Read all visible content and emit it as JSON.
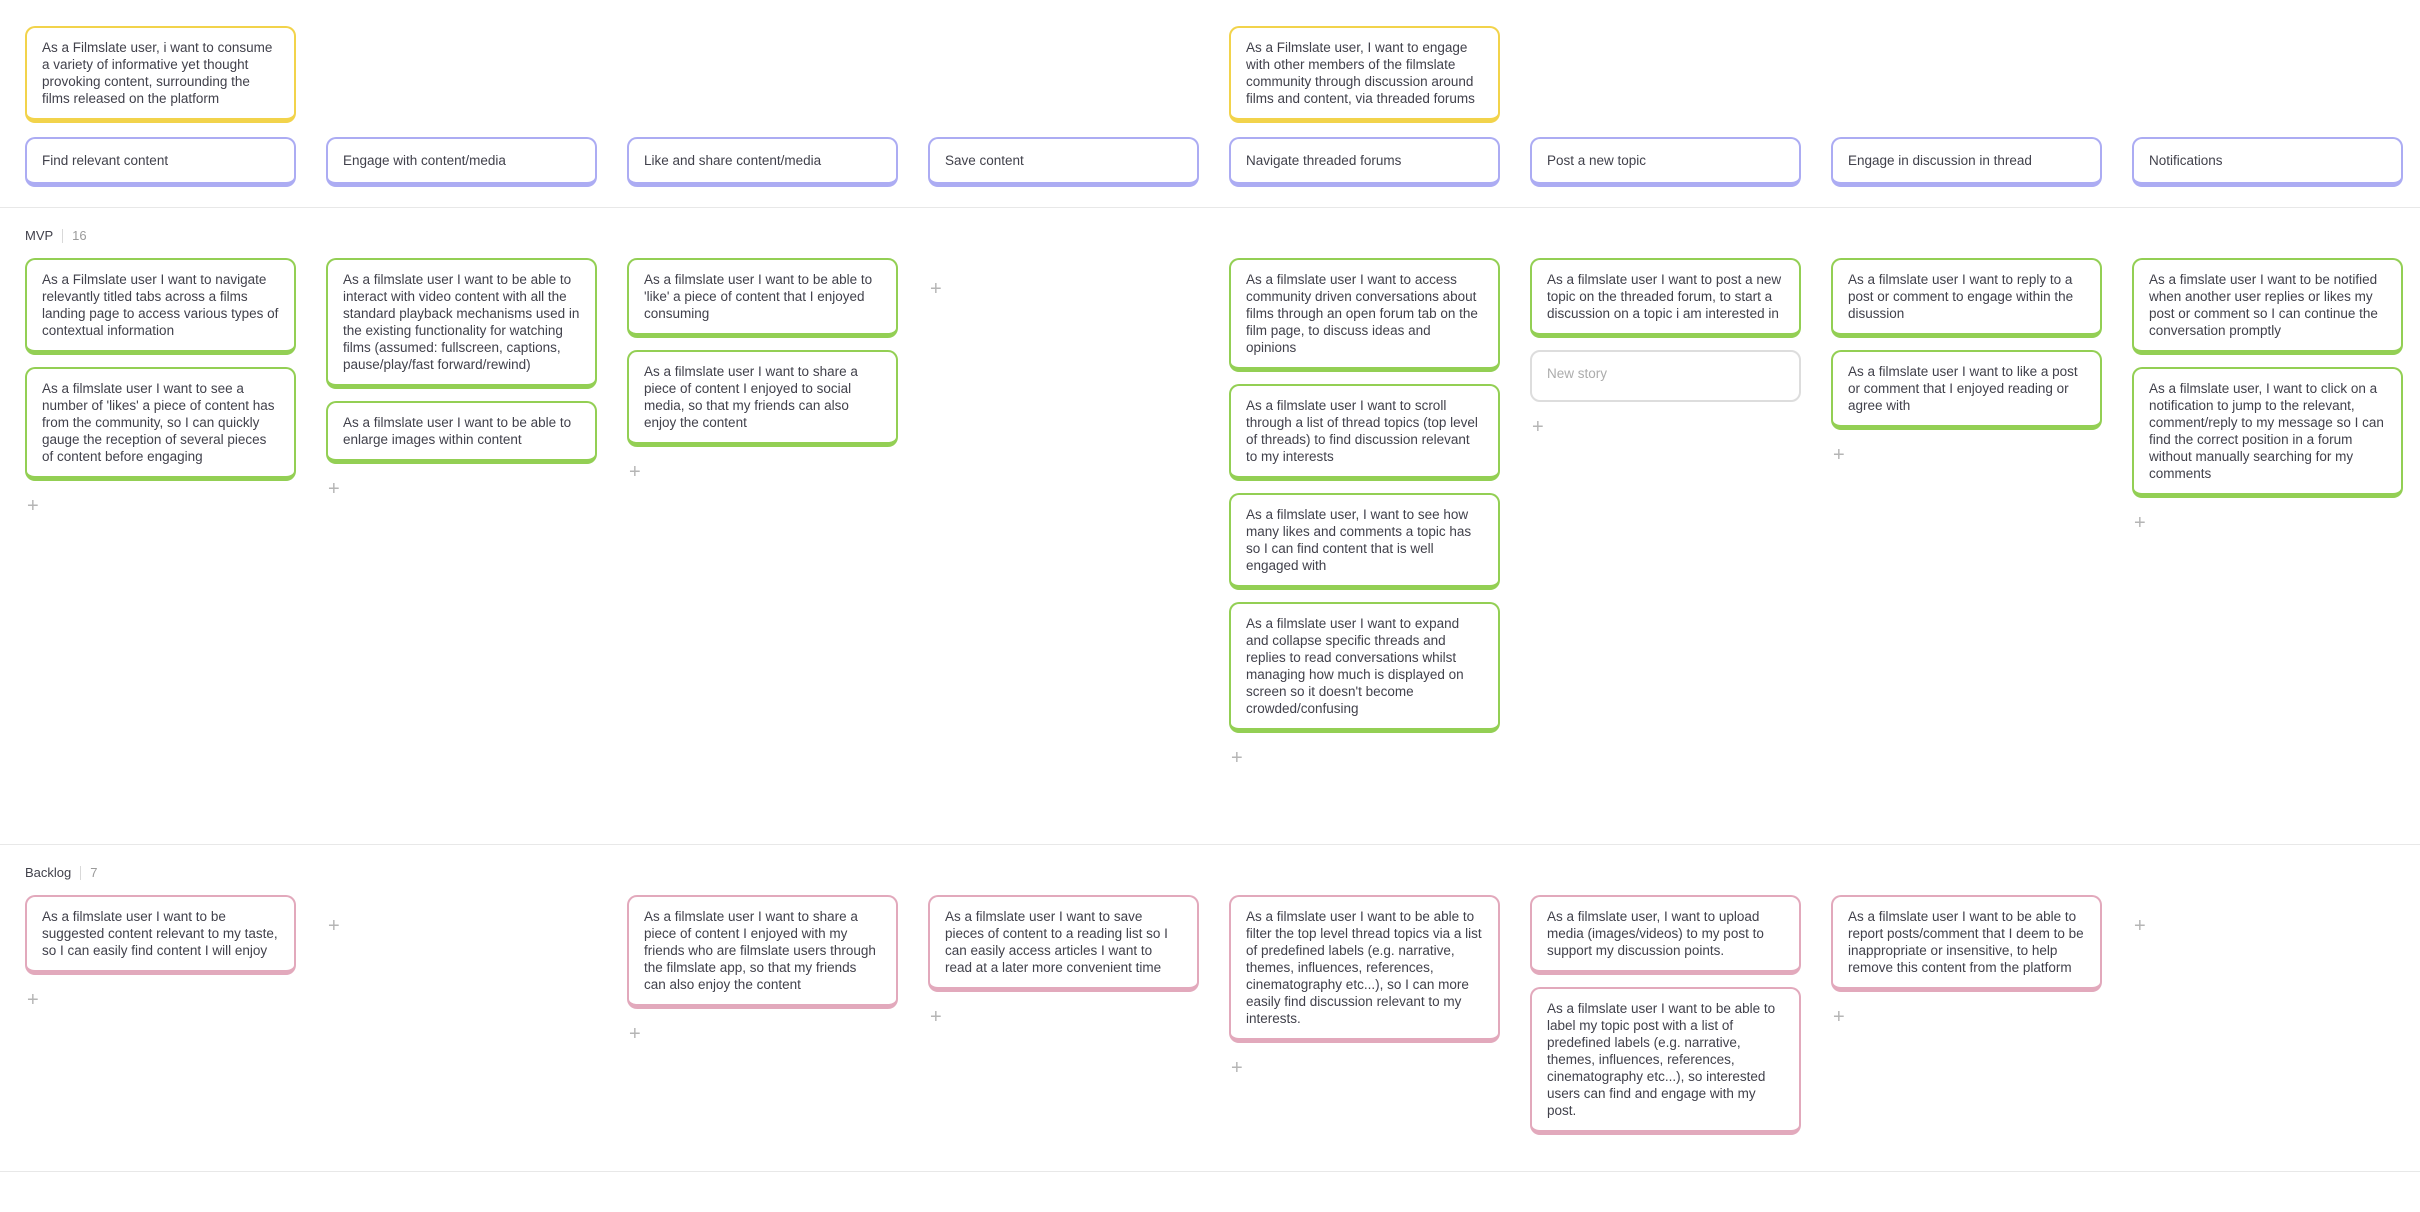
{
  "epics": [
    {
      "column": 1,
      "text": "As a Filmslate user, i want to consume a variety of informative yet thought provoking content, surrounding the films released on the platform"
    },
    {
      "column": 5,
      "text": "As a Filmslate user, I want to engage with other members of the filmslate community through discussion around films and content, via threaded forums"
    }
  ],
  "steps": [
    {
      "label": "Find relevant content"
    },
    {
      "label": "Engage with content/media"
    },
    {
      "label": "Like and share content/media"
    },
    {
      "label": "Save content"
    },
    {
      "label": "Navigate threaded forums"
    },
    {
      "label": "Post a new topic"
    },
    {
      "label": "Engage in discussion in thread"
    },
    {
      "label": "Notifications"
    }
  ],
  "sections": [
    {
      "name": "MVP",
      "count": "16",
      "columns": [
        {
          "plus": "below",
          "cards": [
            "As a Filmslate user I want to navigate relevantly titled tabs across a films landing page to access various types of contextual information",
            "As a filmslate user I want to see a number of 'likes' a piece of content has from the community, so I can quickly gauge the reception of several pieces of content before engaging"
          ]
        },
        {
          "plus": "below",
          "cards": [
            "As a filmslate user I want to be able to interact with video content with all the standard playback mechanisms used in the existing functionality for watching films (assumed: fullscreen, captions, pause/play/fast forward/rewind)",
            "As a filmslate user I want to be able to enlarge images within content"
          ]
        },
        {
          "plus": "below",
          "cards": [
            "As a filmslate user I want to be able to 'like' a piece of content that I enjoyed consuming",
            "As a filmslate user I want to share a piece of content I enjoyed to social media, so that my friends can also enjoy the content"
          ]
        },
        {
          "plus": "top",
          "cards": []
        },
        {
          "plus": "below",
          "cards": [
            "As a filmslate user I want to access community driven conversations about films through an open forum tab on the film page, to discuss ideas and opinions",
            "As a filmslate user I want to scroll through a list of thread topics (top level of threads) to find discussion relevant to my interests",
            "As a filmslate user, I want to see how many likes and comments a topic has so I can find content that is well engaged with",
            "As a filmslate user I want to expand and collapse specific threads and replies to read conversations whilst managing how much is displayed on screen so it doesn't become crowded/confusing"
          ]
        },
        {
          "plus": "below",
          "new_story": true,
          "cards": [
            "As a filmslate user I want to post a new topic on the threaded forum, to start a discussion on a topic i am interested in"
          ]
        },
        {
          "plus": "below",
          "cards": [
            "As a filmslate user I want to reply to a post or comment to engage within the disussion",
            "As a filmslate user I want to like a post or comment that I enjoyed reading or agree with"
          ]
        },
        {
          "plus": "below",
          "cards": [
            "As a fimslate user I want to be notified when another user replies or likes my post or comment so I can continue the conversation promptly",
            "As a filmslate user, I want to click on a notification to jump to the relevant, comment/reply to my message so I can find the correct position in a forum without manually searching for my comments"
          ]
        }
      ]
    },
    {
      "name": "Backlog",
      "count": "7",
      "columns": [
        {
          "plus": "below",
          "cards": [
            "As a filmslate user I want to be suggested content relevant to my taste, so I can easily find content I will enjoy"
          ]
        },
        {
          "plus": "top",
          "cards": []
        },
        {
          "plus": "below",
          "cards": [
            "As a filmslate user I want to share a piece of content I enjoyed with my friends who are filmslate users through the filmslate app, so that my friends can also enjoy the content"
          ]
        },
        {
          "plus": "below",
          "cards": [
            "As a filmslate user I want to save pieces of content to a reading list so I can easily access articles I want to read at a later more convenient time"
          ]
        },
        {
          "plus": "below",
          "cards": [
            "As a filmslate user I want to be able to filter the top level thread topics via a list of predefined labels (e.g. narrative, themes, influences, references, cinematography etc...), so I can more easily find discussion relevant to my interests."
          ]
        },
        {
          "plus": "none",
          "cards": [
            "As a filmslate user, I want to upload media (images/videos) to my post to support my discussion points.",
            "As a filmslate user I want to be able to label my topic post with a list of predefined labels (e.g. narrative, themes, influences, references, cinematography etc...), so interested users can find and engage with my post."
          ]
        },
        {
          "plus": "below",
          "cards": [
            "As a filmslate user I want to be able to report posts/comment that I deem to be inappropriate or insensitive, to help remove this content from the platform"
          ]
        },
        {
          "plus": "top",
          "cards": []
        }
      ]
    }
  ],
  "new_story_placeholder": "New story",
  "add_icon": "+",
  "colors": {
    "epic_yellow": "#F2D34B",
    "step_purple": "#ACACF3",
    "story_green": "#93CF54",
    "story_pink": "#E2A9BC",
    "card_text": "#41414B",
    "count_gray": "#9A9A9A",
    "plus_gray": "#B5B5B5",
    "divider_gray": "#E8E8E8",
    "new_story_border": "#DDDDDD",
    "new_story_text": "#ACACAC"
  }
}
